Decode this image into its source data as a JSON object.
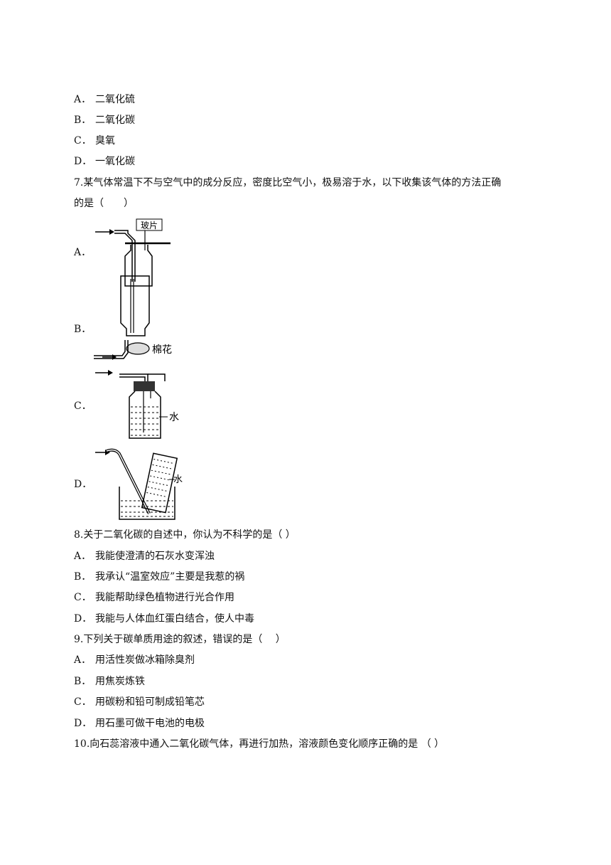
{
  "q6": {
    "options": [
      {
        "letter": "A．",
        "text": "二氧化硫"
      },
      {
        "letter": "B．",
        "text": "二氧化碳"
      },
      {
        "letter": "C．",
        "text": "臭氧"
      },
      {
        "letter": "D．",
        "text": "一氧化碳"
      }
    ]
  },
  "q7": {
    "stem_line1": "7.某气体常温下不与空气中的成分反应，密度比空气小，极易溶于水，以下收集该气体的方法正确",
    "stem_line2": "的是（　　）",
    "figures": [
      {
        "letter": "A．",
        "label": "玻片"
      },
      {
        "letter": "B．",
        "label": "棉花"
      },
      {
        "letter": "C．",
        "label": "水"
      },
      {
        "letter": "D．",
        "label": "水"
      }
    ]
  },
  "q8": {
    "stem": "8.关于二氧化碳的自述中，你认为不科学的是（ ）",
    "options": [
      {
        "letter": "A．",
        "text": "我能使澄清的石灰水变浑浊"
      },
      {
        "letter": "B．",
        "text": "我承认“温室效应”主要是我惹的祸"
      },
      {
        "letter": "C．",
        "text": "我能帮助绿色植物进行光合作用"
      },
      {
        "letter": "D．",
        "text": "我能与人体血红蛋白结合，使人中毒"
      }
    ]
  },
  "q9": {
    "stem": "9.下列关于碳单质用途的叙述，错误的是（　 ）",
    "options": [
      {
        "letter": "A．",
        "text": "用活性炭做冰箱除臭剂"
      },
      {
        "letter": "B．",
        "text": "用焦炭炼铁"
      },
      {
        "letter": "C．",
        "text": "用碳粉和铅可制成铅笔芯"
      },
      {
        "letter": "D．",
        "text": "用石墨可做干电池的电极"
      }
    ]
  },
  "q10": {
    "stem": "10.向石蕊溶液中通入二氧化碳气体，再进行加热，溶液颜色变化顺序正确的是 （ ）"
  }
}
